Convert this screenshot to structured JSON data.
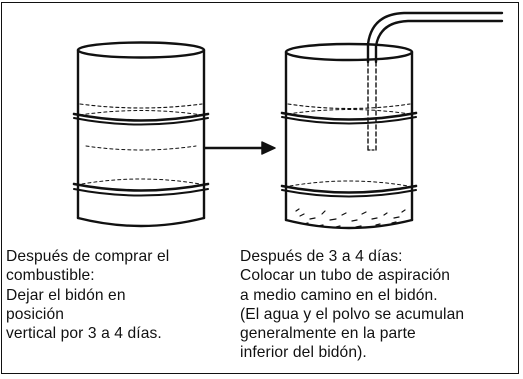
{
  "colors": {
    "ink": "#111111",
    "background": "#ffffff"
  },
  "left_panel": {
    "caption_lines": [
      "Después de comprar el",
      "combustible:",
      "Dejar el bidón en",
      "posición",
      "vertical por 3 a 4 días."
    ]
  },
  "right_panel": {
    "caption_lines": [
      "Después de 3 a 4 días:",
      "Colocar un tubo de aspiración",
      "a medio camino en el bidón.",
      "(El agua y el polvo se acumulan",
      "generalmente en la parte",
      "inferior del bidón)."
    ]
  },
  "icons": {
    "arrow": "right-arrow-icon",
    "left_drum": "fuel-drum-icon",
    "right_drum": "fuel-drum-with-siphon-icon"
  }
}
